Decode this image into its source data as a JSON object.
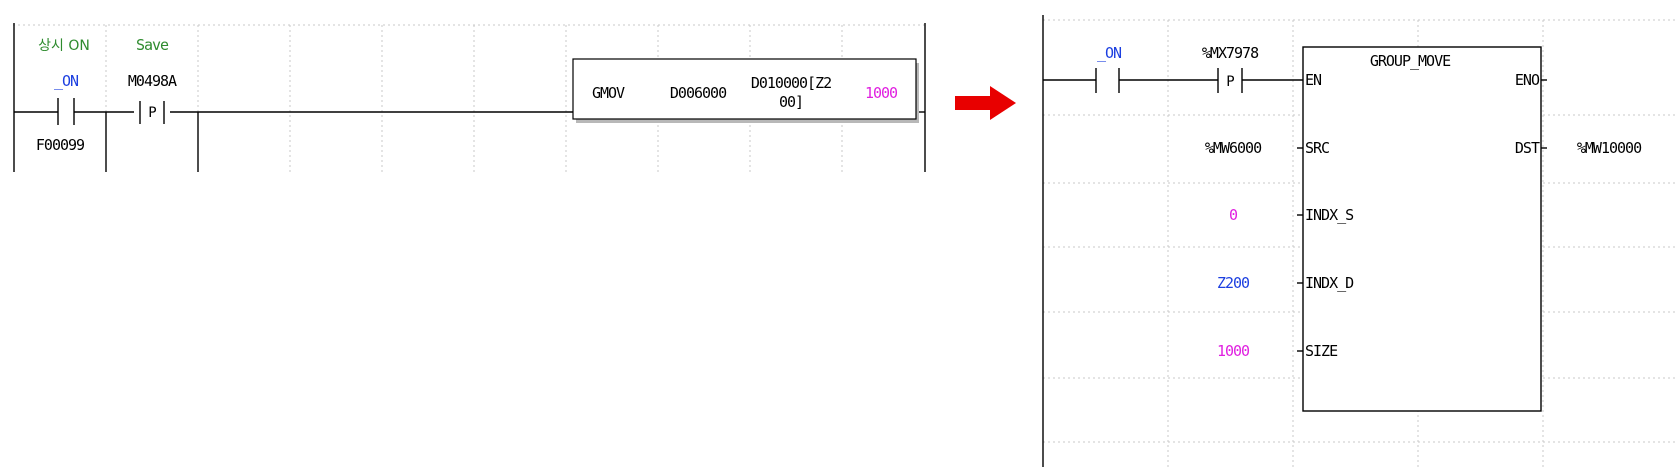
{
  "colors": {
    "comment_green": "#2e8b2e",
    "flag_blue": "#1c3fe0",
    "constant_magenta": "#e020e0",
    "index_blue": "#1c3fe0",
    "arrow_red": "#e80000",
    "text_black": "#000000"
  },
  "left_ladder": {
    "contact1": {
      "comment": "상시 ON",
      "variable": "_ON",
      "address": "F00099"
    },
    "contact2": {
      "comment": "Save",
      "address": "M0498A",
      "type_mark": "P"
    },
    "instruction": {
      "mnemonic": "GMOV",
      "operand_src": "D006000",
      "operand_dst_line1": "D010000[Z2",
      "operand_dst_line2": "00]",
      "operand_size": "1000"
    }
  },
  "arrow_icon": "right-arrow-icon",
  "right_fbd": {
    "contact1": {
      "variable": "_ON"
    },
    "contact2": {
      "address": "%MX7978",
      "type_mark": "P"
    },
    "function_block": {
      "title": "GROUP_MOVE",
      "input_en": "EN",
      "output_eno": "ENO",
      "input_src": "SRC",
      "output_dst": "DST",
      "input_indx_s": "INDX_S",
      "input_indx_d": "INDX_D",
      "input_size": "SIZE"
    },
    "src_value": "%MW6000",
    "dst_value": "%MW10000",
    "indx_s_value": "0",
    "indx_d_value": "Z200",
    "size_value": "1000"
  }
}
